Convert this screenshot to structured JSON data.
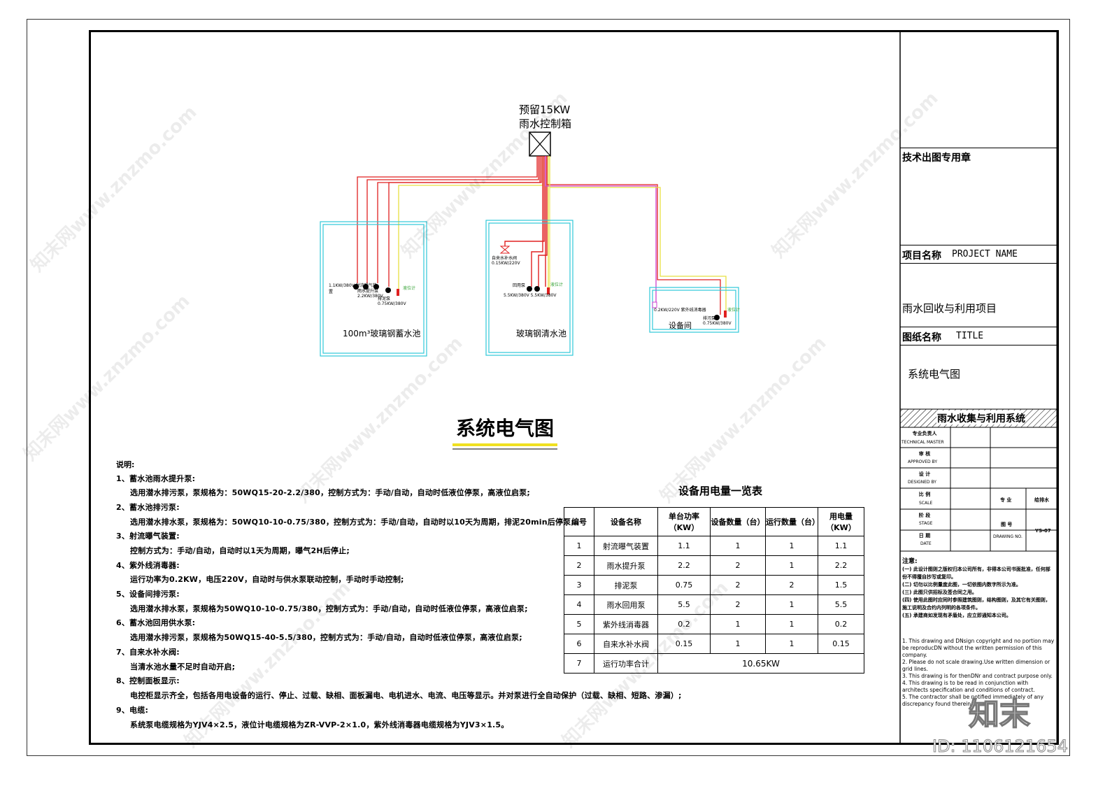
{
  "diagram": {
    "control_box": {
      "line1": "预留15KW",
      "line2": "雨水控制箱"
    },
    "tanks": [
      {
        "label": "100m³玻璃钢蓄水池",
        "pump_labels": [
          "1.1KW/380V 射流曝气装置",
          "雨水提升泵 2.2KW/380V",
          "排泥泵 0.75KW/380V"
        ],
        "level_label": "液位计"
      },
      {
        "label": "玻璃钢清水池",
        "pump_labels": [
          "自来水补水阀 0.15KW/220V",
          "回用泵",
          "5.5KW/380V 5.5KW/380V"
        ],
        "level_label": "液位计"
      },
      {
        "label": "设备间",
        "pump_labels": [
          "0.2KW/220V 紫外线消毒器",
          "排污泵 0.75KW/380V"
        ],
        "level_label": "液位计"
      }
    ],
    "title": "系统电气图"
  },
  "notes": {
    "heading": "说明:",
    "lines": [
      "1、蓄水池雨水提升泵:",
      "选用潜水排污泵，泵规格为：50WQ15-20-2.2/380，控制方式为：手动/自动，自动时低液位停泵，高液位启泵;",
      "2、蓄水池排污泵:",
      "选用潜水排水泵，泵规格为：50WQ10-10-0.75/380，控制方式为：手动/自动，自动时以10天为周期，排泥20min后停泵;",
      "3、射流曝气装置:",
      "控制方式为：手动/自动，自动时以1天为周期，曝气2H后停止;",
      "4、紫外线消毒器:",
      "运行功率为0.2KW，电压220V，自动时与供水泵联动控制，手动时手动控制;",
      "5、设备间排污泵:",
      "选用潜水排水泵，泵规格为50WQ10-10-0.75/380，控制方式为：手动/自动，自动时低液位停泵，高液位启泵;",
      "6、蓄水池回用供水泵:",
      "选用潜水排污泵，泵规格为50WQ15-40-5.5/380，控制方式为：手动/自动，自动时低液位停泵，高液位启泵;",
      "7、自来水补水阀:",
      "当清水池水量不足时自动开启;",
      "8、控制面板显示:",
      "电控柜显示齐全，包括各用电设备的运行、停止、过载、缺相、面板漏电、电机进水、电流、电压等显示。并对泵进行全自动保护（过载、缺相、短路、渗漏）;",
      "9、电缆:",
      "系统泵电缆规格为YJV4×2.5，液位计电缆规格为ZR-VVP-2×1.0，紫外线消毒器电缆规格为YJV3×1.5。"
    ]
  },
  "equipment_table": {
    "title": "设备用电量一览表",
    "headers": [
      "编号",
      "设备名称",
      "单台功率（KW）",
      "设备数量（台）",
      "运行数量（台）",
      "用电量（KW）"
    ],
    "rows": [
      [
        "1",
        "射流曝气装置",
        "1.1",
        "1",
        "1",
        "1.1"
      ],
      [
        "2",
        "雨水提升泵",
        "2.2",
        "2",
        "1",
        "2.2"
      ],
      [
        "3",
        "排泥泵",
        "0.75",
        "2",
        "2",
        "1.5"
      ],
      [
        "4",
        "雨水回用泵",
        "5.5",
        "2",
        "1",
        "5.5"
      ],
      [
        "5",
        "紫外线消毒器",
        "0.2",
        "1",
        "1",
        "0.2"
      ],
      [
        "6",
        "自来水补水阀",
        "0.15",
        "1",
        "1",
        "0.15"
      ]
    ],
    "total_no": "7",
    "total_label": "运行功率合计",
    "total_value": "10.65KW"
  },
  "title_block": {
    "stamp_label": "技术出图专用章",
    "project_name_label": "项目名称",
    "project_name_en": "PROJECT NAME",
    "project_name_value": "雨水回收与利用项目",
    "title_label": "图纸名称",
    "title_en": "TITLE",
    "title_value": "系统电气图",
    "system_banner": "雨水收集与利用系统",
    "rows": [
      {
        "cn": "专业负责人",
        "en": "TECHNICAL MASTER"
      },
      {
        "cn": "审 核",
        "en": "APPROVED BY"
      },
      {
        "cn": "设 计",
        "en": "DESIGNED BY"
      },
      {
        "cn": "比 例",
        "en": "SCALE"
      },
      {
        "cn": "阶 段",
        "en": "STAGE"
      },
      {
        "cn": "日 期",
        "en": "DATE"
      }
    ],
    "discipline_label": "专 业",
    "discipline_value": "给排水",
    "drawing_no_label": "图 号",
    "drawing_no_en": "DRAWING NO.",
    "drawing_no_value": "YS-07",
    "remark_heading": "注意:",
    "remarks_cn": [
      "(一) 此设计图则之版权归本公司所有，非得本公司书面批准，任何部份不得擅自抄写或复印。",
      "(二) 切勿以比例量度此图，一切依图内数字所示为准。",
      "(三) 此图只供招标及签合同之用。",
      "(四) 使用此图时应同时参照建筑图则，结构图则，及其它有关图则，施工说明及合约内列明的各项条件。",
      "(五) 承建商如发现有矛盾处，应立即通知本公司。"
    ],
    "remarks_en": [
      "1. This drawing and DNsign copyright and no portion may be reproducDN without the written permission of this company.",
      "2. Please do not scale drawing.Use written dimension or grid lines.",
      "3. This drawing is for thenDNr and contract purpose only.",
      "4. This drawing is to be read in conjunction with architects specification and conditions of contract.",
      "5. The contractor shall be notified immediately of any discrepancy found therein."
    ]
  },
  "watermark": {
    "text": "知末网www.znzmo.com",
    "logo": "知末",
    "id": "ID: 1106121654"
  }
}
